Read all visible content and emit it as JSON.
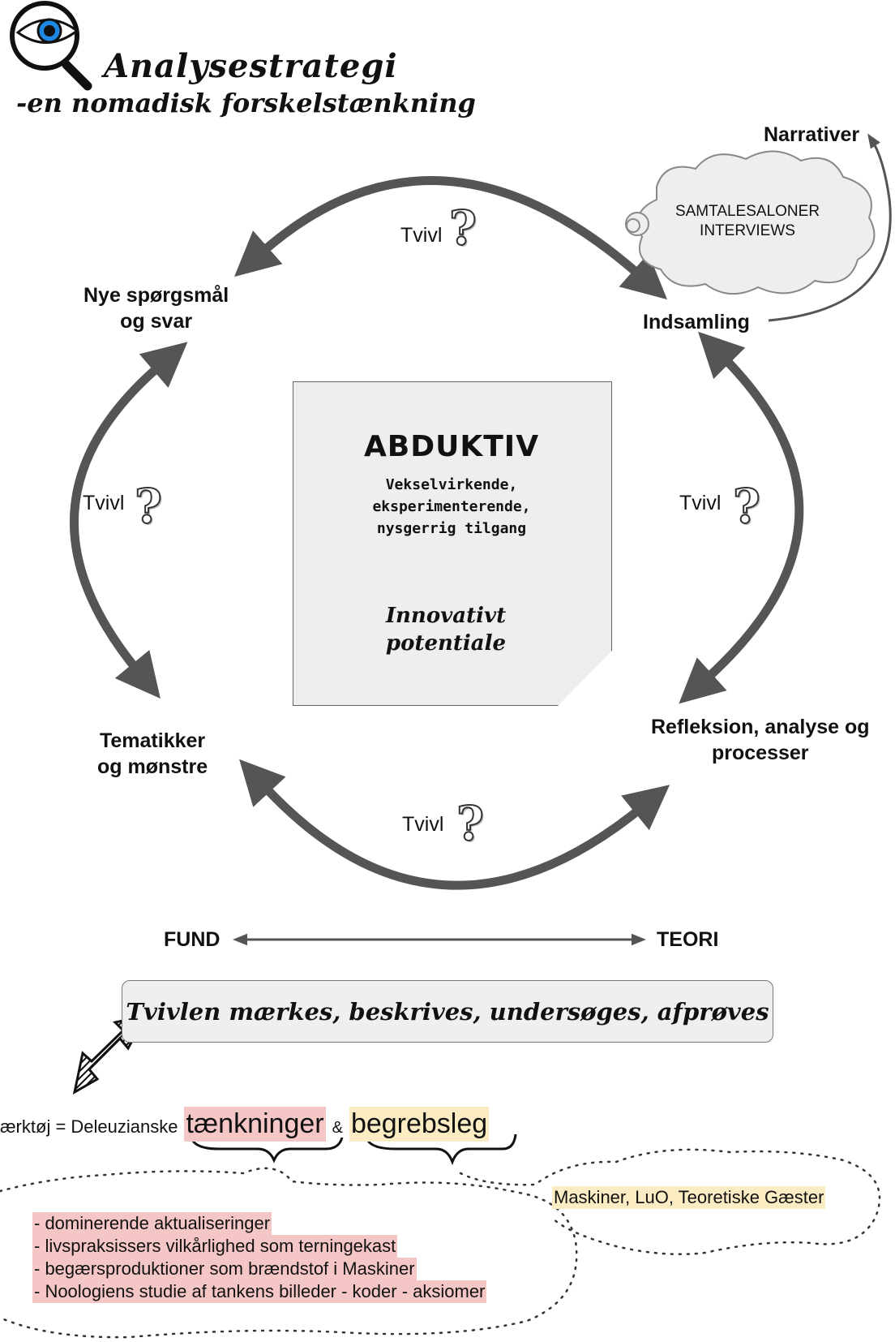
{
  "title": {
    "main": "Analysestrategi",
    "sub": "-en nomadisk forskelstænkning"
  },
  "nodes": {
    "narrativer": "Narrativer",
    "indsamling": "Indsamling",
    "nye": "Nye spørgsmål\nog svar",
    "refleksion": "Refleksion, analyse og\nprocesser",
    "tematikker": "Tematikker\nog mønstre"
  },
  "cloud": {
    "text": "SAMTALESALONER\nINTERVIEWS"
  },
  "doubt": {
    "label": "Tvivl",
    "mark": "?"
  },
  "center": {
    "title": "ABDUKTIV",
    "body": "Vekselvirkende,\neksperimenterende,\nnysgerrig tilgang",
    "result": "Innovativt\npotentiale"
  },
  "axis": {
    "left": "FUND",
    "right": "TEORI"
  },
  "banner": {
    "text": "Tvivlen mærkes, beskrives, undersøges, afprøves"
  },
  "tools": {
    "prefix": "ærktøj = Deleuzianske",
    "term1": "tænkninger",
    "amp": "&",
    "term2": "begrebsleg",
    "gaester": "Maskiner, LuO, Teoretiske Gæster",
    "list": [
      "- dominerende aktualiseringer",
      "- livspraksissers vilkårlighed som terningekast",
      "- begærsproduktioner som brændstof i Maskiner",
      "- Noologiens studie af tankens billeder - koder - aksiomer"
    ]
  },
  "colors": {
    "arrow": "#555555",
    "pink_highlight": "#f5c6c6",
    "cream_highlight": "#fcecc4",
    "yellow_arrow": "#ffff00",
    "eye_blue": "#1e88e5"
  },
  "icons": [
    "magnifier-eye-icon",
    "down-arrow-icon",
    "hatched-arrow-icon",
    "question-mark-icon"
  ]
}
